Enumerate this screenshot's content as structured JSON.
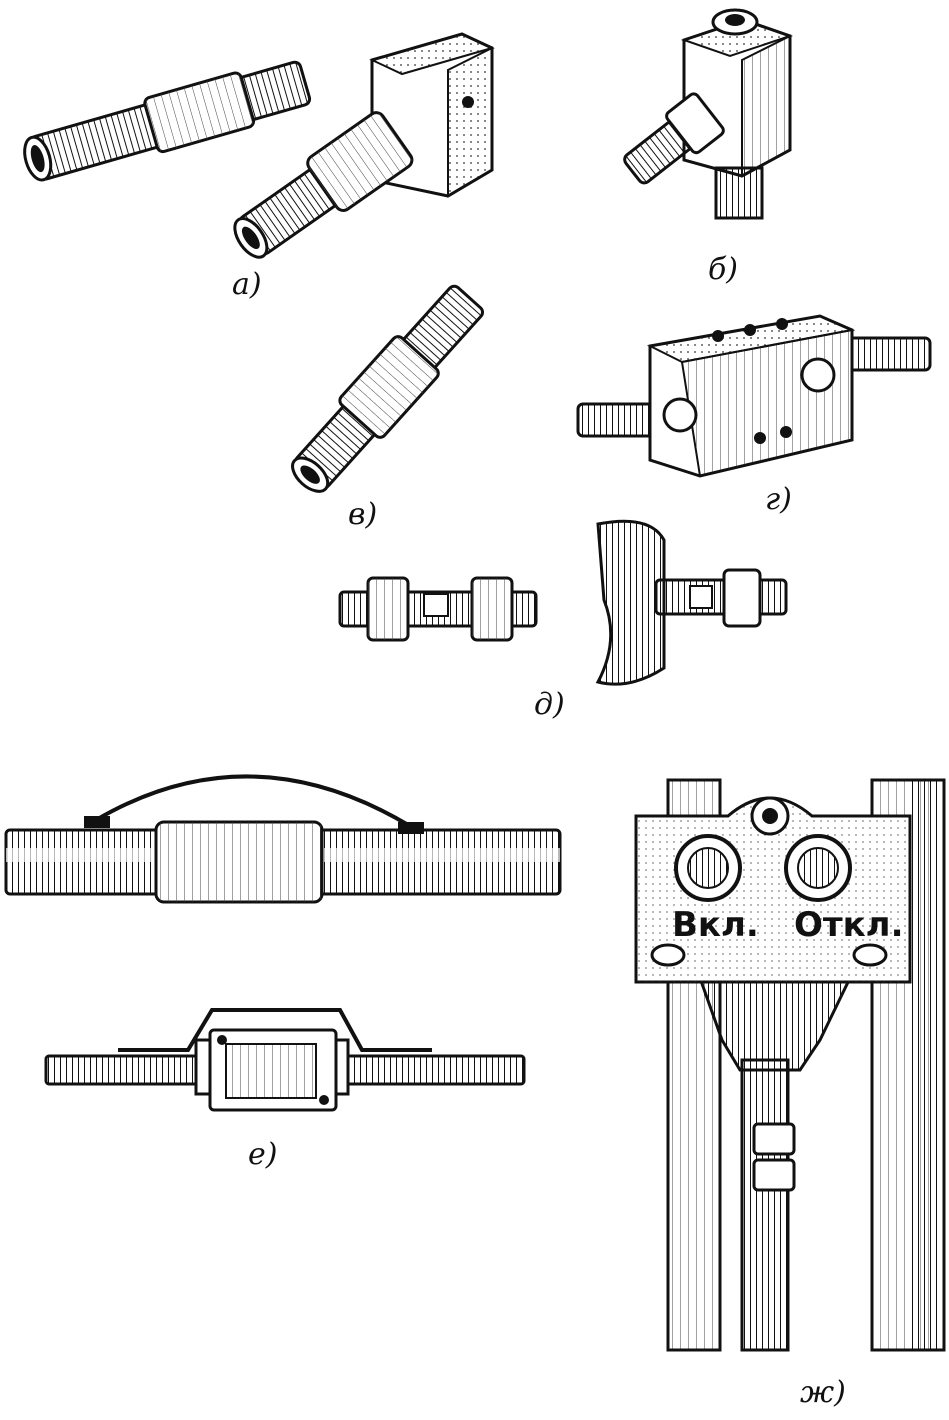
{
  "figure": {
    "labels": {
      "a": "а)",
      "b": "б)",
      "v": "в)",
      "g": "г)",
      "d": "д)",
      "e": "е)",
      "zh": "ж)"
    },
    "panel_buttons": {
      "on": "Вкл.",
      "off": "Откл."
    }
  },
  "colors": {
    "ink": "#111111",
    "paper": "#ffffff",
    "shade": "#555555"
  }
}
